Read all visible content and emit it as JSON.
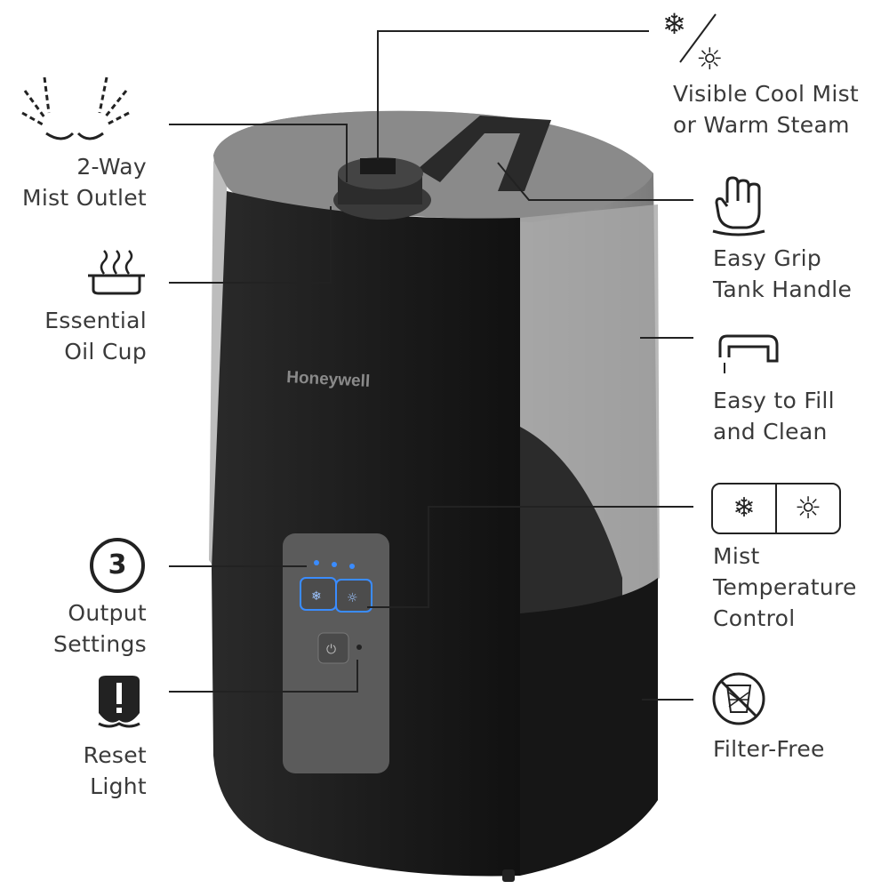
{
  "brand": "Honeywell",
  "features": {
    "mist_outlet": {
      "line1": "2-Way",
      "line2": "Mist Outlet",
      "icon": "mist-spray-icon"
    },
    "oil_cup": {
      "line1": "Essential",
      "line2": "Oil Cup",
      "icon": "oil-cup-icon"
    },
    "output": {
      "badge": "3",
      "line1": "Output",
      "line2": "Settings",
      "icon": "number-circle-icon"
    },
    "reset": {
      "line1": "Reset",
      "line2": "Light",
      "icon": "reset-light-icon"
    },
    "cool_warm": {
      "line1": "Visible Cool Mist",
      "line2": "or Warm Steam",
      "icon": "snowflake-sun-icon"
    },
    "grip": {
      "line1": "Easy Grip",
      "line2": "Tank Handle",
      "icon": "hand-grip-icon"
    },
    "fill": {
      "line1": "Easy to Fill",
      "line2": "and Clean",
      "icon": "faucet-icon"
    },
    "temp": {
      "line1": "Mist",
      "line2": "Temperature",
      "line3": "Control",
      "icon": "temperature-buttons-icon"
    },
    "filter": {
      "line1": "Filter-Free",
      "icon": "no-filter-icon"
    }
  },
  "colors": {
    "body": "#1e1e1e",
    "tank": "#9a9a9a",
    "panel": "#5a5a5a",
    "led": "#3a8cff"
  }
}
